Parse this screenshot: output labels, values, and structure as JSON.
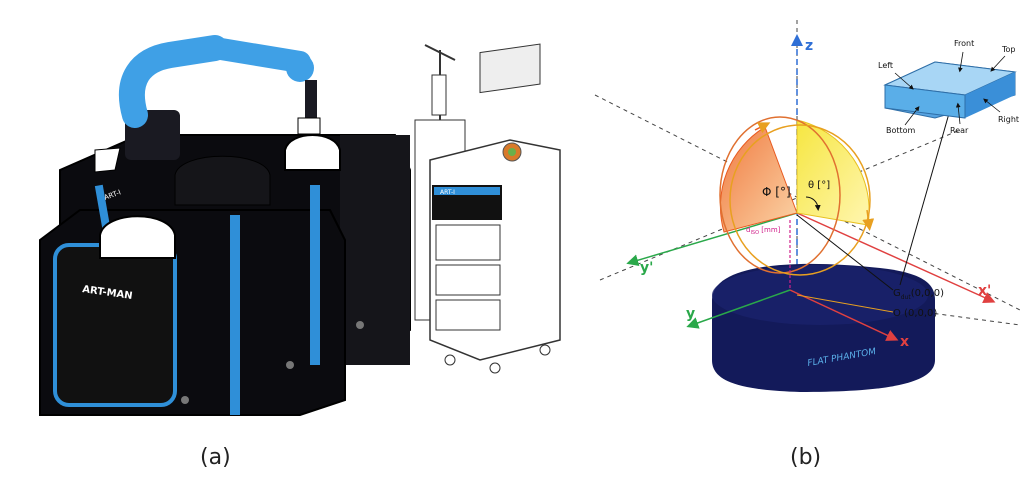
{
  "captions": {
    "a": "(a)",
    "b": "(b)"
  },
  "panel_a": {
    "device_label": "ART-MAN",
    "side_label": "ART-I",
    "cart_label": "ART-I",
    "colors": {
      "body": "#0b0b0f",
      "accent": "#2f8fd8",
      "arm": "#3fa0e6"
    }
  },
  "panel_b": {
    "axes": {
      "z": "z",
      "x": "x",
      "y": "y",
      "x_prime": "x'",
      "y_prime": "y'"
    },
    "angles": {
      "phi": "Φ [°]",
      "theta": "θ [°]"
    },
    "distance_label": "d",
    "distance_subscript": "ISO",
    "distance_unit": " [mm]",
    "points": {
      "g_label": "G",
      "g_subscript": "dut",
      "g_coords": "(0,0,0)",
      "o_label": "O (0,0,0)"
    },
    "phantom_label": "FLAT PHANTOM",
    "cube_faces": [
      "Left",
      "Front",
      "Top",
      "Bottom",
      "Rear",
      "Right"
    ],
    "colors": {
      "z_axis": "#2f6fd6",
      "x_axis": "#e04040",
      "y_axis": "#2aa84a",
      "phi_fill": "#f4a060",
      "theta_fill": "#f4e04a",
      "phantom": "#131a5a",
      "cube": "#5aaee8",
      "magenta": "#d0208a"
    }
  }
}
